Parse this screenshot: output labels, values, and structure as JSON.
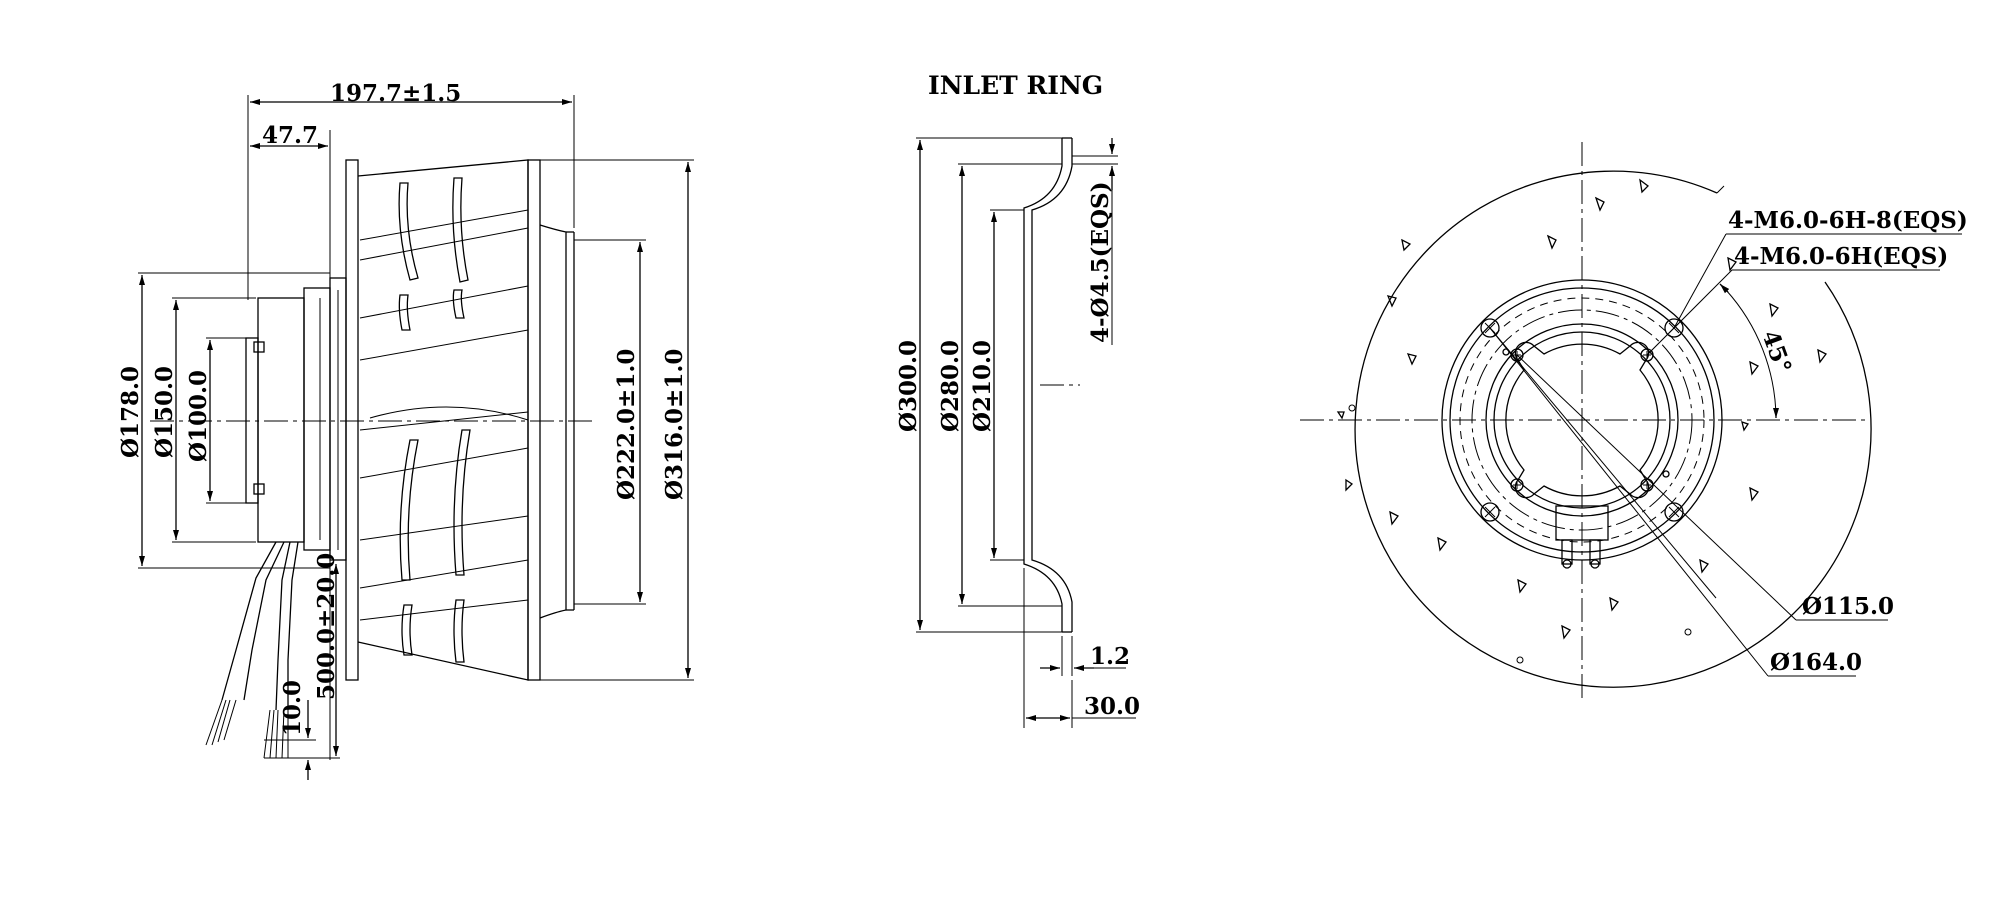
{
  "side_view": {
    "overall_length": "197.7±1.5",
    "motor_offset": "47.7",
    "dia_178": "Ø178.0",
    "dia_150": "Ø150.0",
    "dia_100": "Ø100.0",
    "dia_222": "Ø222.0±1.0",
    "dia_316": "Ø316.0±1.0",
    "lead_length": "500.0±20.0",
    "strip_length": "10.0"
  },
  "inlet_ring": {
    "title": "INLET RING",
    "holes": "4-Ø4.5(EQS)",
    "dia_300": "Ø300.0",
    "dia_280": "Ø280.0",
    "dia_210": "Ø210.0",
    "thickness": "1.2",
    "depth": "30.0"
  },
  "front_view": {
    "thread_a": "4-M6.0-6H-8(EQS)",
    "thread_b": "4-M6.0-6H(EQS)",
    "angle": "45°",
    "pcd_115": "Ø115.0",
    "pcd_164": "Ø164.0"
  }
}
